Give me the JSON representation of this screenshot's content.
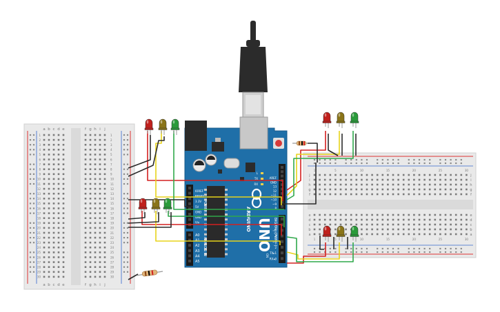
{
  "arduino": {
    "brand": "ARDUINO",
    "model": "UNO",
    "top_pin_labels": [
      "AREF",
      "GND",
      "13",
      "12",
      "~11",
      "~10",
      "~9",
      "8"
    ],
    "digital_label": "DIGITAL (PWM~)",
    "right_pin_labels": [
      "7",
      "~6",
      "~5",
      "4",
      "~3",
      "2",
      "TX▸1",
      "RX◂0"
    ],
    "power_labels": [
      "IOREF",
      "RESET",
      "3.3V",
      "5V",
      "GND",
      "GND",
      "Vin"
    ],
    "power_group_label": "POWER",
    "analog_labels": [
      "A0",
      "A1",
      "A2",
      "A3",
      "A4",
      "A5"
    ],
    "analog_group_label": "ANALOG IN",
    "led_labels": [
      "L",
      "TX",
      "RX"
    ],
    "on_label": "ON"
  },
  "left_breadboard": {
    "col_letters_left": [
      "a",
      "b",
      "c",
      "d",
      "e"
    ],
    "col_letters_right": [
      "f",
      "g",
      "h",
      "i",
      "j"
    ],
    "row_numbers": [
      "1",
      "2",
      "3",
      "4",
      "5",
      "6",
      "7",
      "8",
      "9",
      "10",
      "11",
      "12",
      "13",
      "14",
      "15",
      "16",
      "17",
      "18",
      "19",
      "20",
      "21",
      "22",
      "23",
      "24",
      "25",
      "26",
      "27",
      "28",
      "29",
      "30"
    ]
  },
  "right_breadboard": {
    "row_letters_top": [
      "j",
      "i",
      "h",
      "g",
      "f"
    ],
    "row_letters_bottom": [
      "e",
      "d",
      "c",
      "b",
      "a"
    ],
    "col_numbers": [
      "1",
      "5",
      "10",
      "15",
      "20",
      "25",
      "30"
    ]
  },
  "colors": {
    "board": "#1f6fa8",
    "wire_red": "#d32020",
    "wire_yellow": "#e8d31a",
    "wire_green": "#2fa84a",
    "wire_black": "#2a2a2a",
    "led_red": "#c0201c",
    "led_yellow": "#8a7418",
    "led_green": "#2a9b3a"
  }
}
